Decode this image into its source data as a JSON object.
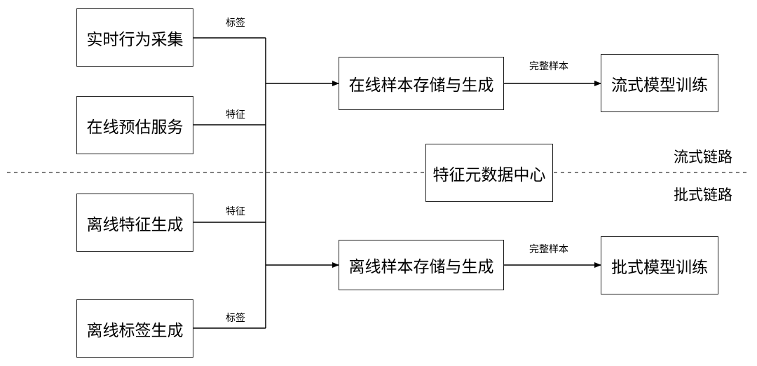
{
  "sources": {
    "realtime": "实时行为采集",
    "online_serving": "在线预估服务",
    "offline_feature": "离线特征生成",
    "offline_label": "离线标签生成"
  },
  "edges": {
    "realtime": "标签",
    "online_serving": "特征",
    "offline_feature": "特征",
    "offline_label": "标签",
    "online_complete": "完整样本",
    "offline_complete": "完整样本"
  },
  "storage": {
    "online": "在线样本存储与生成",
    "offline": "离线样本存储与生成"
  },
  "training": {
    "stream": "流式模型训练",
    "batch": "批式模型训练"
  },
  "center": "特征元数据中心",
  "pipelines": {
    "stream": "流式链路",
    "batch": "批式链路"
  }
}
